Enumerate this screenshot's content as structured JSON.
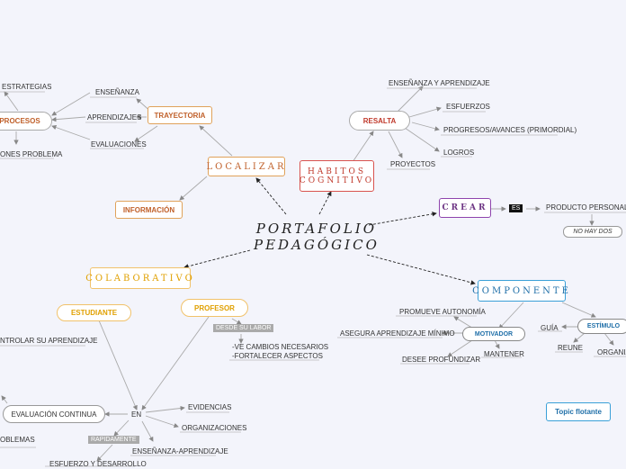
{
  "central": {
    "line1": "PORTAFOLIO",
    "line2": "PEDAGÓGICO"
  },
  "localizar": {
    "title": "LOCALIZAR",
    "trayectoria": "TRAYECTORIA",
    "informacion": "INFORMACIÓN",
    "ensenanza": "ENSEÑANZA",
    "aprendizajes": "APRENDIZAJES",
    "evaluaciones": "EVALUACIONES",
    "procesos": "PROCESOS",
    "estrategias": "ESTRATEGIAS",
    "problema": "ONES PROBLEMA"
  },
  "habitos": {
    "line1": "HABITOS",
    "line2": "COGNITIVO",
    "resalta": "RESALTA",
    "items": [
      "ENSEÑANZA Y APRENDIZAJE",
      "ESFUERZOS",
      "PROGRESOS/AVANCES (PRIMORDIAL)",
      "LOGROS",
      "PROYECTOS"
    ]
  },
  "crear": {
    "title": "CREAR",
    "es": "ES",
    "producto": "PRODUCTO PERSONALIZA",
    "nohaydos": "NO HAY DOS"
  },
  "colaborativo": {
    "title": "COLABORATIVO",
    "estudiante": "ESTUDIANTE",
    "profesor": "PROFESOR",
    "controlar": "NTROLAR SU APRENDIZAJE",
    "desde": "DESDE SU LABOR",
    "cambios1": "-VE CAMBIOS NECESARIOS",
    "cambios2": "-FORTALECER ASPECTOS",
    "en": "EN",
    "evaluacion": "EVALUACIÓN CONTINUA",
    "evidencias": "EVIDENCIAS",
    "organizaciones": "ORGANIZACIONES",
    "ens_apr": "ENSEÑANZA-APRENDIZAJE",
    "rapidamente": "RAPIDAMENTE",
    "esfuerzo": "ESFUERZO Y DESARROLLO",
    "problemas": "OBLEMAS"
  },
  "componente": {
    "title": "COMPONENTE",
    "motivador": "MOTIVADOR",
    "estimulo": "ESTÍMULO",
    "promueve": "PROMUEVE AUTONOMÍA",
    "asegura": "ASEGURA APRENDIZAJE MÍNIMO",
    "desee": "DESEE PROFUNDIZAR",
    "mantener": "MANTENER",
    "guia": "GUÍA",
    "reune": "REUNE",
    "organiz": "ORGANIZ"
  },
  "floating": "Topic flotante"
}
